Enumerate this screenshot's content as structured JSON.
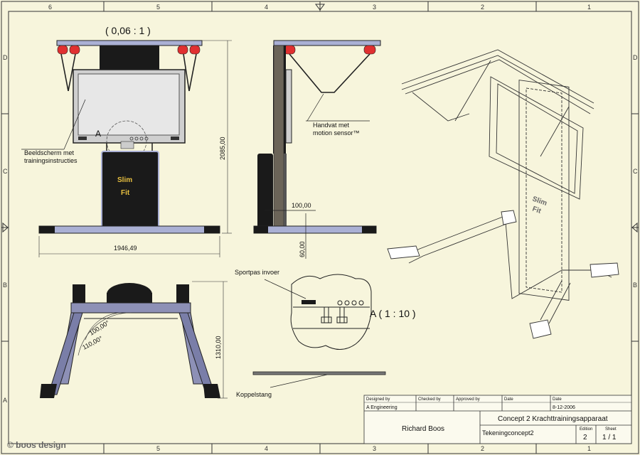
{
  "zones_top": [
    "6",
    "5",
    "4",
    "3",
    "2",
    "1"
  ],
  "zones_side": [
    "D",
    "C",
    "B",
    "A"
  ],
  "scale_main": "( 0,06 : 1 )",
  "scale_detail": "A  ( 1 : 10 )",
  "detail_marker": "A",
  "labels": {
    "screen_line1": "Beeldscherm met",
    "screen_line2": "trainingsinstructies",
    "handle_line1": "Handvat met",
    "handle_line2": "motion sensor™",
    "card": "Sportpas invoer",
    "rod": "Koppelstang"
  },
  "dims": {
    "height": "2085,00",
    "width": "1946,49",
    "rod_width": "100,00",
    "base": "60,00",
    "depth": "1310,00",
    "angle1": "100,00°",
    "angle2": "110,00°"
  },
  "brand_text": {
    "l1": "Slim",
    "l2": "Fit"
  },
  "title_block": {
    "designed_by_label": "Designed by",
    "designed_by": "A Engineering",
    "checked_by_label": "Checked by",
    "approved_by_label": "Approved by",
    "date_label": "Date",
    "date_col_label": "Date",
    "date": "8-12-2006",
    "author": "Richard Boos",
    "title": "Concept 2 Krachttrainingsapparaat",
    "drawing": "Tekeningconcept2",
    "edition_label": "Edition",
    "edition": "2",
    "sheet_label": "Sheet",
    "sheet": "1 / 1"
  },
  "watermark": "© boos design",
  "colors": {
    "paper": "#f7f5dc",
    "frame": "#9aa0c8",
    "red": "#e03030",
    "dark": "#1a1a1a"
  }
}
